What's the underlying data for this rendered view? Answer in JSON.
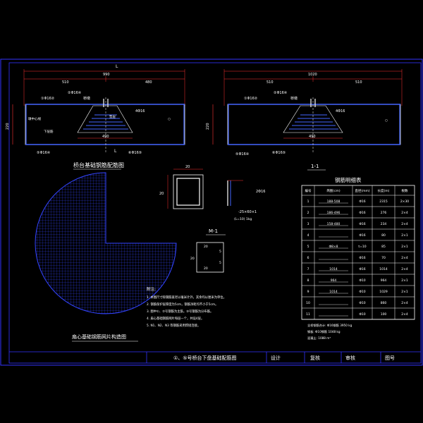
{
  "drawing": {
    "top_label_left": "L",
    "bottom_label_left": "L",
    "left_view": {
      "dim_total": "990",
      "dim_left": "510",
      "dim_right": "480",
      "dim_base": "490",
      "dim_height": "220",
      "label_a": "①Φ16②",
      "label_b": "②Φ16④",
      "label_c": "桥墩",
      "label_d": "墩中心线",
      "label_e": "4Φ16",
      "label_f": "垫层",
      "label_g": "下层筋",
      "label_h": "⑤Φ16④",
      "label_i": "⑥Φ16⑤"
    },
    "right_view": {
      "dim_total": "1020",
      "dim_left": "510",
      "dim_right": "510",
      "dim_base": "490",
      "dim_height": "220",
      "label_a": "①Φ16②",
      "label_b": "②Φ16④",
      "label_c": "桥墩",
      "label_e": "4Φ16",
      "label_h": "⑤Φ16④",
      "label_i": "⑥Φ16⑤"
    },
    "title_plan": "桥台基础钢筋配筋图",
    "section_11": "1-1",
    "section_m1": "M-1",
    "small_box_dim_w": "20",
    "small_box_dim_h": "20",
    "plate_label_a": "2Φ16",
    "plate_label_b": "-25×60×1",
    "plate_label_c": "(L=10) 1kg",
    "m1_labels": [
      "20",
      "5",
      "20",
      "5",
      "20",
      "20"
    ],
    "circle_title": "扇心基础钢筋网片构造图",
    "notes_title": "附注:",
    "notes": [
      "1. 本图尺寸除钢筋直径以毫米计外，其余均以厘米为单位。",
      "2. 钢筋保护层厚度为5cm，钢筋净距均不小于5cm。",
      "3. 图中①、②号钢筋为主筋，③号钢筋为分布筋。",
      "4. 扇心基础钢筋网片每层一个，共设4层。",
      "5. N1、N2、N3 等钢筋采用焊接连接。"
    ]
  },
  "table": {
    "title": "钢筋明细表",
    "headers": [
      "编号",
      "简图(cm)",
      "直径(mm)",
      "长度(m)",
      "根数"
    ],
    "rows": [
      [
        "1",
        "188-508",
        "Φ16",
        "2315",
        "2×30"
      ],
      [
        "2",
        "186-496",
        "Φ16",
        "276",
        "2×4"
      ],
      [
        "3",
        "158-480",
        "Φ16",
        "234",
        "2×4"
      ],
      [
        "4",
        "",
        "Φ16",
        "80",
        "2×1"
      ],
      [
        "5",
        "Φ8×8",
        "t=10",
        "85",
        "2×1"
      ],
      [
        "6",
        "",
        "Φ16",
        "70",
        "2×4"
      ],
      [
        "7",
        "1014",
        "Φ16",
        "1014",
        "2×4"
      ],
      [
        "8",
        "964",
        "Φ10",
        "964",
        "2×1"
      ],
      [
        "9",
        "1014",
        "Φ10",
        "1029",
        "2×1"
      ],
      [
        "10",
        "",
        "Φ10",
        "860",
        "2×4"
      ],
      [
        "11",
        "",
        "Φ10",
        "100",
        "2×4"
      ]
    ],
    "footer": [
      "全桥钢筋合计: Φ16钢筋 3950 kg",
      "钢板: Φ10钢筋 1048 kg",
      "混凝土: 1088 m³"
    ]
  },
  "titlebar": {
    "drawing_title": "①、⑤号桥台下盘基础配筋图",
    "design": "设计",
    "check": "复核",
    "review": "审核",
    "fig_no": "图号"
  },
  "colors": {
    "background": "#000000",
    "frame": "#3333ff",
    "lines": "#ffffff",
    "dims": "#ff3333",
    "rebar": "#4466ff",
    "accent": "#00cc00"
  }
}
